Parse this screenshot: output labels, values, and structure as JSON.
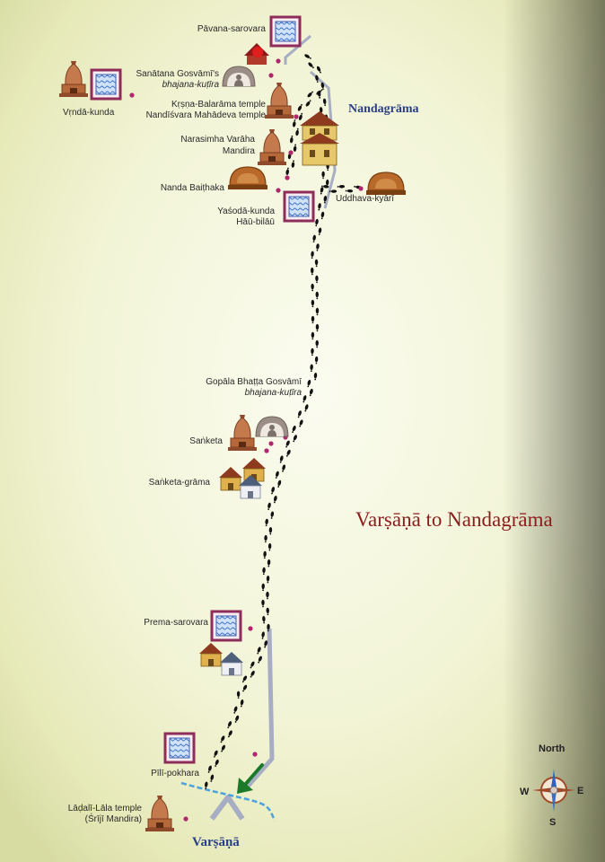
{
  "title": "Varṣāṇā to Nandagrāma",
  "towns": {
    "nandagrama": "Nandagrāma",
    "varsana": "Varṣāṇā"
  },
  "places": {
    "pavana_sarovara": "Pāvana-sarovara",
    "sanatana_line1": "Sanātana Gosvāmī's",
    "sanatana_line2": "bhajana-kuṭīra",
    "vrnda_kunda": "Vṛndā-kunda",
    "krsna_balarama": "Kṛṣṇa-Balarāma temple",
    "nandisvara": "Nandīśvara Mahādeva temple",
    "narasimha_line1": "Narasimha Varāha",
    "narasimha_line2": "Mandira",
    "nanda_baithaka": "Nanda Baiṭhaka",
    "uddhava_kyari": "Uddhava-kyārī",
    "yasoda_line1": "Yaśodā-kunda",
    "yasoda_line2": "Hāū-bilāū",
    "gopala_line1": "Gopāla Bhaṭṭa Gosvāmī",
    "gopala_line2": "bhajana-kuṭīra",
    "sanketa": "Saṅketa",
    "sanketa_grama": "Saṅketa-grāma",
    "prema_sarovara": "Prema-sarovara",
    "pili_pokhara": "Pīlī-pokhara",
    "ladali_line1": "Lāḍalī-Lāla temple",
    "ladali_line2": "(Śrījī Mandira)"
  },
  "compass": {
    "north": "North",
    "south": "S",
    "east": "E",
    "west": "W"
  },
  "icons": [
    "kunda-icon",
    "temple-icon",
    "bhajana-kutira-icon",
    "dome-icon",
    "house-icon",
    "dwelling-icon",
    "footprints-icon",
    "arrow-icon",
    "compass-icon"
  ],
  "colors": {
    "title": "#8b1c1c",
    "town": "#2b3f86",
    "temple": "#b5693b",
    "kunda": "#4a7bc8",
    "road": "#a8b0c6",
    "marker": "#b0276e",
    "arrow": "#1a7a2a"
  }
}
